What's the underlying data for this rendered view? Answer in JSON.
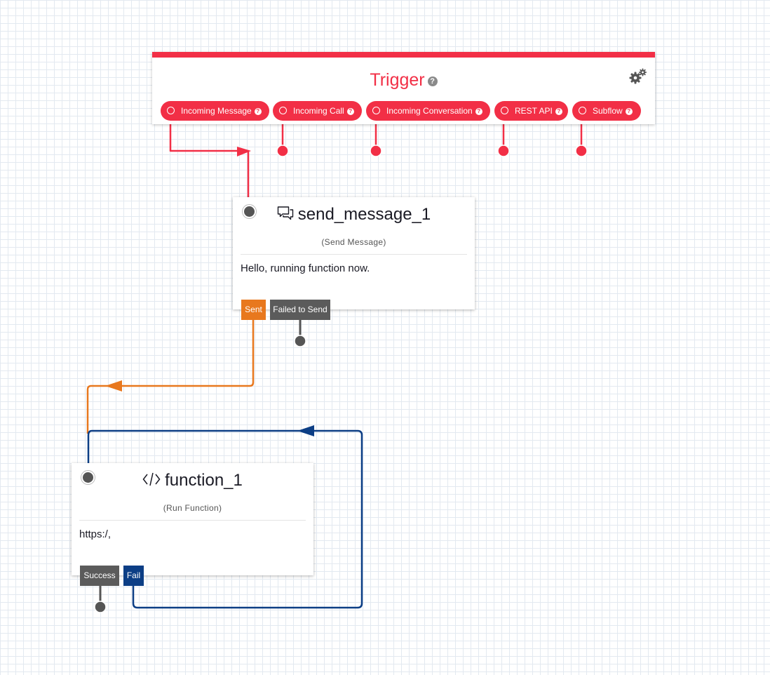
{
  "trigger": {
    "title": "Trigger",
    "help_glyph": "?",
    "settings_icon": "gears-icon",
    "accent_color": "#f22f46",
    "events": [
      {
        "label": "Incoming Message"
      },
      {
        "label": "Incoming Call"
      },
      {
        "label": "Incoming Conversation"
      },
      {
        "label": "REST API"
      },
      {
        "label": "Subflow"
      }
    ]
  },
  "send_message": {
    "title": "send_message_1",
    "icon": "chat-bubbles-icon",
    "type_label": "(Send Message)",
    "body": "Hello, running function now.",
    "transitions": [
      {
        "label": "Sent",
        "color": "#e8781e"
      },
      {
        "label": "Failed to Send",
        "color": "#5b5b5b"
      }
    ]
  },
  "function": {
    "title": "function_1",
    "icon": "code-icon",
    "type_label": "(Run Function)",
    "body": "https:/,",
    "transitions": [
      {
        "label": "Success",
        "color": "#5b5b5b"
      },
      {
        "label": "Fail",
        "color": "#0c3e85"
      }
    ]
  },
  "colors": {
    "wire_sent": "#e8781e",
    "wire_fail": "#0c3e85",
    "wire_trigger": "#f22f46",
    "port_dark": "#555555"
  }
}
